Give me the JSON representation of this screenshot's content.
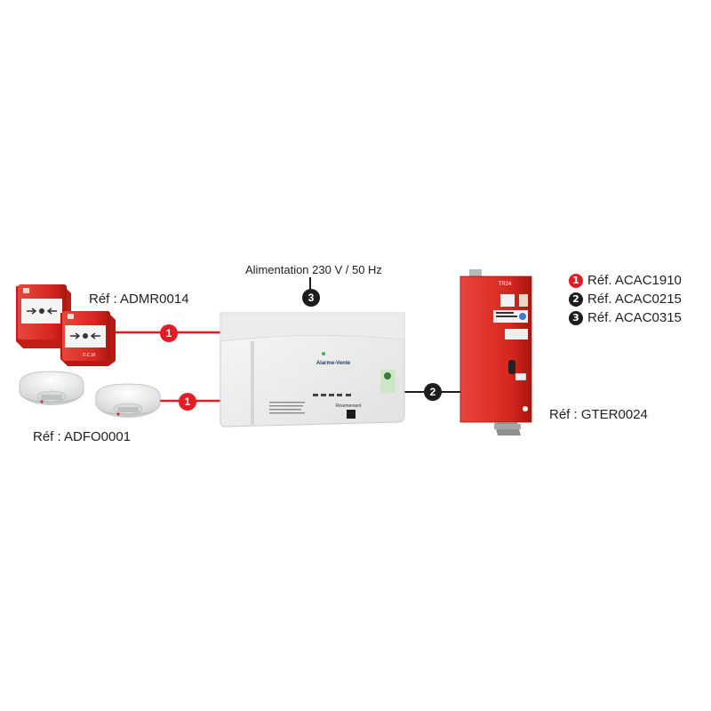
{
  "labels": {
    "power": "Alimentation 230 V / 50 Hz",
    "manual_call_points": "Réf : ADMR0014",
    "smoke_detectors": "Réf : ADFO0001",
    "release_unit": "Réf : GTER0024"
  },
  "legend": [
    {
      "num": "1",
      "text": "Réf. ACAC1910",
      "color": "#e41b23"
    },
    {
      "num": "2",
      "text": "Réf. ACAC0215",
      "color": "#1c1c1c"
    },
    {
      "num": "3",
      "text": "Réf. ACAC0315",
      "color": "#1c1c1c"
    }
  ],
  "devices": {
    "call_point_text": "D.C.M",
    "panel_brand": "Alarme-Vente",
    "panel_button": "Réarmement",
    "release_title": "TR24"
  },
  "colors": {
    "link_red": "#e41b23",
    "link_dark": "#1c1c1c",
    "device_red": "#d92a22"
  }
}
